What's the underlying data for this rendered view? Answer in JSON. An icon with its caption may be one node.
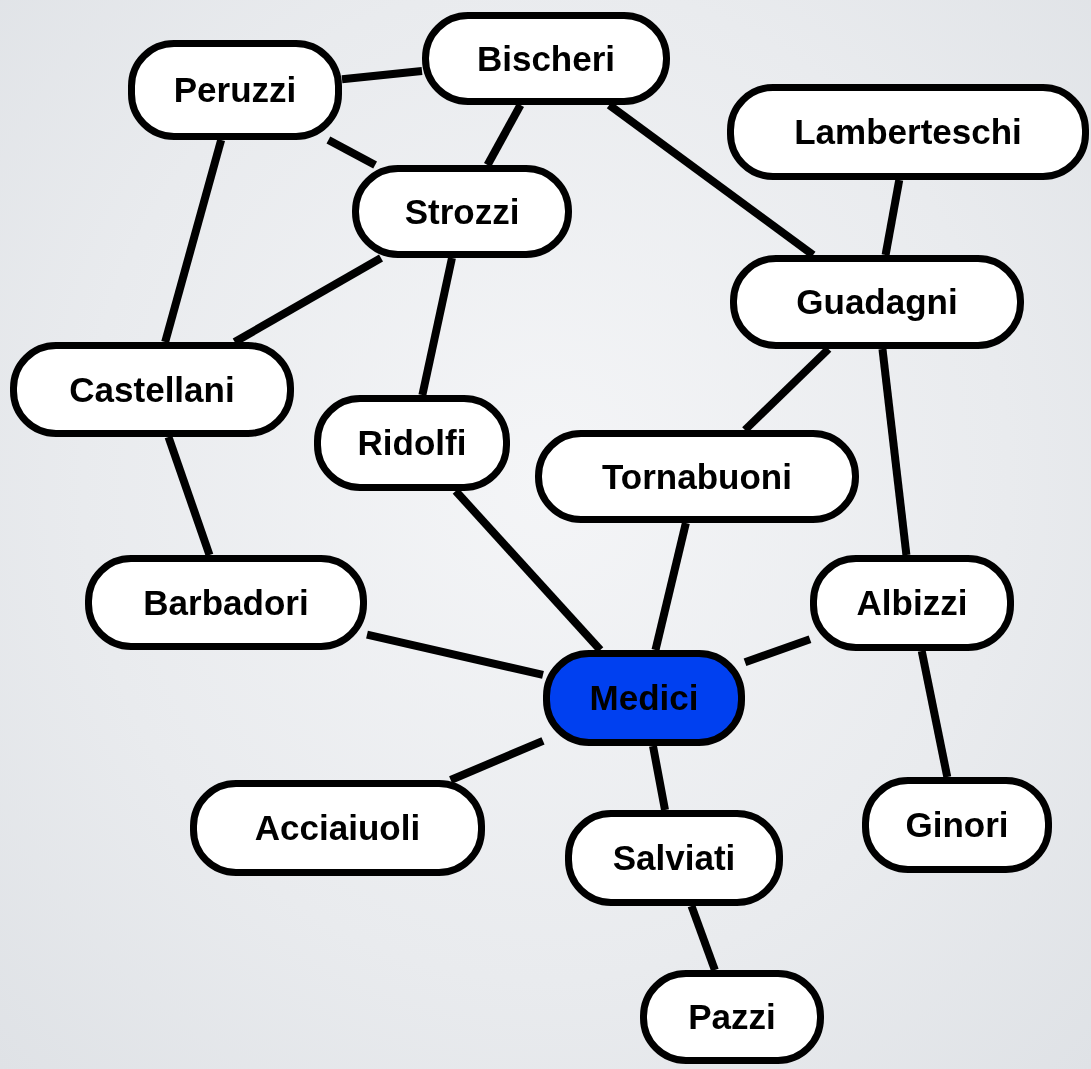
{
  "diagram": {
    "nodes": [
      {
        "text": [
          "Bischeri"
        ]
      },
      {
        "text": [
          "Peruzzi"
        ]
      },
      {
        "text": [
          "Lamberteschi"
        ]
      },
      {
        "text": [
          "Strozzi"
        ]
      },
      {
        "text": [
          "Guadagni"
        ]
      },
      {
        "text": [
          "Castellani"
        ]
      },
      {
        "text": [
          "Ridolfi"
        ]
      },
      {
        "text": [
          "Tornabuoni"
        ]
      },
      {
        "text": [
          "Barbadori"
        ]
      },
      {
        "text": [
          "Albizzi"
        ]
      },
      {
        "text": [
          "Medici"
        ]
      },
      {
        "text": [
          "Acciaiuoli"
        ]
      },
      {
        "text": [
          "Ginori"
        ]
      },
      {
        "text": [
          "Salviati"
        ]
      },
      {
        "text": [
          "Pazzi"
        ]
      }
    ],
    "edges": [
      {
        "from": 1,
        "to": 0,
        "arrow": "none"
      },
      {
        "from": 1,
        "to": 3,
        "arrow": "none"
      },
      {
        "from": 0,
        "to": 3,
        "arrow": "none"
      },
      {
        "from": 0,
        "to": 4,
        "arrow": "none"
      },
      {
        "from": 2,
        "to": 4,
        "arrow": "none"
      },
      {
        "from": 1,
        "to": 5,
        "arrow": "none"
      },
      {
        "from": 3,
        "to": 5,
        "arrow": "none"
      },
      {
        "from": 3,
        "to": 6,
        "arrow": "none"
      },
      {
        "from": 4,
        "to": 7,
        "arrow": "none"
      },
      {
        "from": 4,
        "to": 9,
        "arrow": "none"
      },
      {
        "from": 5,
        "to": 8,
        "arrow": "none"
      },
      {
        "from": 6,
        "to": 10,
        "arrow": "none"
      },
      {
        "from": 7,
        "to": 10,
        "arrow": "none"
      },
      {
        "from": 8,
        "to": 10,
        "arrow": "none"
      },
      {
        "from": 9,
        "to": 10,
        "arrow": "none"
      },
      {
        "from": 9,
        "to": 12,
        "arrow": "none"
      },
      {
        "from": 10,
        "to": 11,
        "arrow": "none"
      },
      {
        "from": 10,
        "to": 13,
        "arrow": "none"
      },
      {
        "from": 13,
        "to": 14,
        "arrow": "none"
      }
    ]
  }
}
